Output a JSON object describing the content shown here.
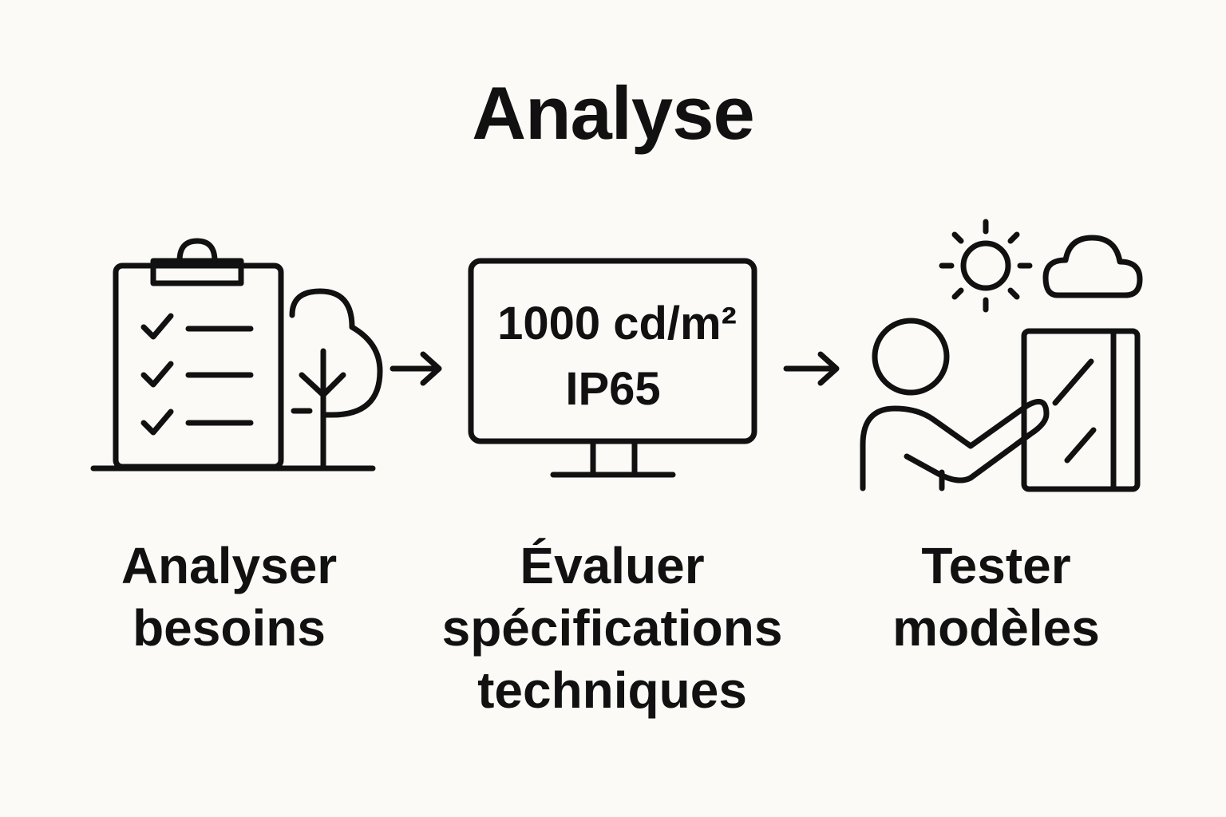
{
  "title": "Analyse",
  "steps": [
    {
      "icon": "clipboard-checklist-tree-icon",
      "lines": [
        "Analyser",
        "besoins"
      ]
    },
    {
      "icon": "monitor-icon",
      "screen_lines": [
        "1000 cd/m²",
        "IP65"
      ],
      "lines": [
        "Évaluer",
        "spécifications",
        "techniques"
      ]
    },
    {
      "icon": "person-testing-display-icon",
      "lines": [
        "Tester",
        "modèles"
      ]
    }
  ],
  "colors": {
    "background": "#fbfaf6",
    "ink": "#111111"
  }
}
